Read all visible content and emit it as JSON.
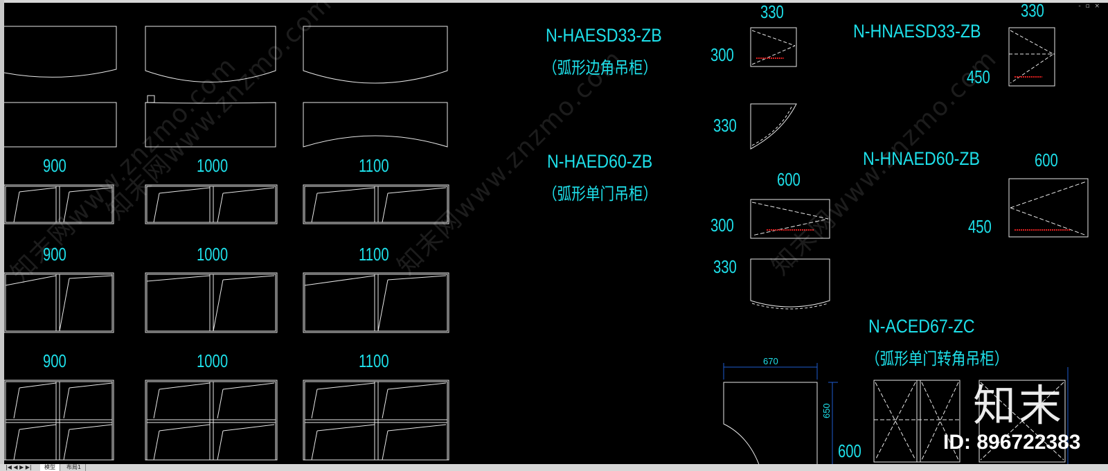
{
  "watermarks": [
    "知末网www.znzmo.com",
    "知末网www.znzmo.com",
    "知末网www.znzmo.com",
    "知末网www.znzmo.com"
  ],
  "grid_labels": {
    "row1": [
      "900",
      "1000",
      "1100"
    ],
    "row2": [
      "900",
      "1000",
      "1100"
    ],
    "row3": [
      "900",
      "1000",
      "1100"
    ]
  },
  "cabinets": {
    "haesd33": {
      "code": "N-HAESD33-ZB",
      "name": "（弧形边角吊柜）",
      "width": "330",
      "height": "300",
      "depth": "330"
    },
    "haed60": {
      "code": "N-HAED60-ZB",
      "name": "（弧形单门吊柜）",
      "width": "600",
      "height": "300",
      "depth": "330"
    },
    "hnaesd33": {
      "code": "N-HNAESD33-ZB",
      "width": "330",
      "height": "450"
    },
    "hnaed60": {
      "code": "N-HNAED60-ZB",
      "width": "600",
      "height": "450"
    },
    "aced67": {
      "code": "N-ACED67-ZC",
      "name": "（弧形单门转角吊柜）",
      "dim_top": "670",
      "dim_side": "650",
      "height": "600"
    }
  },
  "brand": {
    "logo": "知末",
    "id": "ID: 896722383"
  },
  "window_buttons": "- ▫ ×",
  "tabs": {
    "nav": "|◀ ◀ ▶ ▶|",
    "model": "模型",
    "layout": "布局1"
  },
  "colors": {
    "text": "#1ee0ea",
    "lines": "#ffffff",
    "red": "#e02020",
    "background": "#000000"
  }
}
